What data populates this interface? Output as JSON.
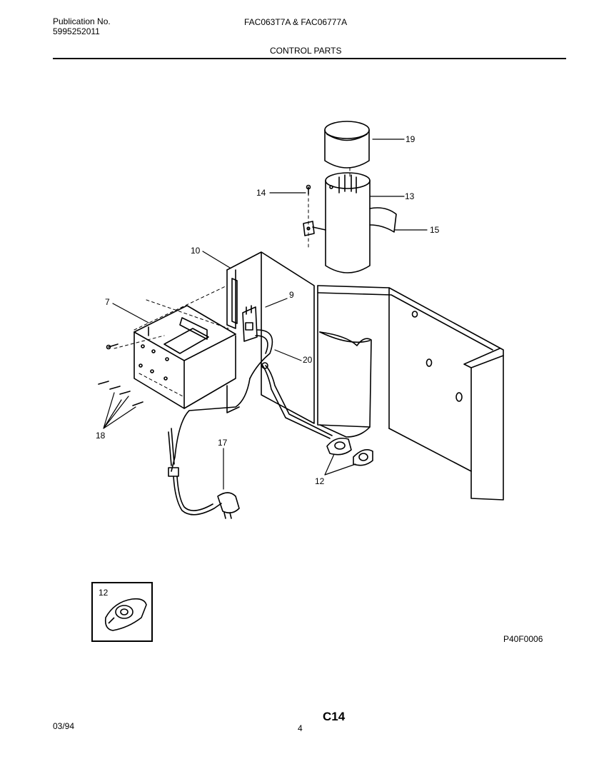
{
  "header": {
    "publication_label": "Publication No.",
    "publication_number": "5995252011",
    "models": "FAC063T7A & FAC06777A",
    "section_title": "CONTROL PARTS"
  },
  "callouts": {
    "c19": "19",
    "c14": "14",
    "c13": "13",
    "c15": "15",
    "c10": "10",
    "c9": "9",
    "c7": "7",
    "c20": "20",
    "c18": "18",
    "c17": "17",
    "c12": "12"
  },
  "inset": {
    "label": "12"
  },
  "figure_code": "P40F0006",
  "footer": {
    "date": "03/94",
    "page_number": "4",
    "page_code": "C14"
  }
}
